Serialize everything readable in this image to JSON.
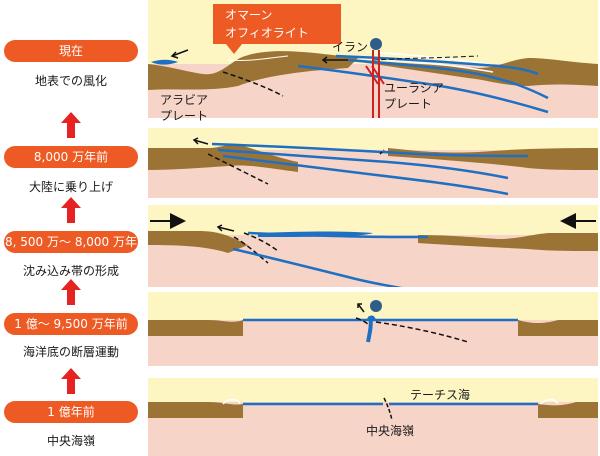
{
  "stages": [
    {
      "label": "現在",
      "desc": "地表での風化"
    },
    {
      "label": "8,000 万年前",
      "desc": "大陸に乗り上げ"
    },
    {
      "label": "8, 500 万～ 8,000 万年前",
      "desc": "沈み込み帯の形成"
    },
    {
      "label": "1 億～ 9,500 万年前",
      "desc": "海洋底の断層運動"
    },
    {
      "label": "1 億年前",
      "desc": "中央海嶺"
    }
  ],
  "annotations": {
    "ophiolite_line1": "オマーン",
    "ophiolite_line2": "オフィオライト",
    "iran": "イラン",
    "arabia_line1": "アラビア",
    "arabia_line2": "プレート",
    "eurasia_line1": "ユーラシア",
    "eurasia_line2": "プレート",
    "tethys": "テーチス海",
    "ridge": "中央海嶺"
  },
  "colors": {
    "stage_label_bg": "#ee5a24",
    "arrow": "#e52421",
    "sky": "#fdf6c3",
    "mantle": "#f6d5c8",
    "crust": "#9b7435",
    "plate_line": "#1f6fc2"
  }
}
